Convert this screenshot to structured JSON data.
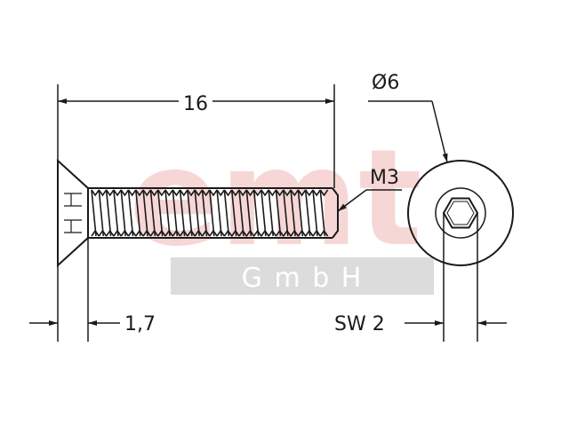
{
  "watermark": {
    "brand": "emt",
    "suffix": "G m b H",
    "brand_color": "#f7d6d6",
    "band_color": "#dcdcdc"
  },
  "drawing": {
    "line_color": "#1a1a1a",
    "dimensions": {
      "length": "16",
      "head_diameter": "Ø6",
      "thread": "M3",
      "head_height": "1,7",
      "hex_socket": "SW 2"
    },
    "icons": {
      "screw_side_view": "countersunk-screw-side-view",
      "screw_end_view": "hex-socket-end-view"
    }
  }
}
